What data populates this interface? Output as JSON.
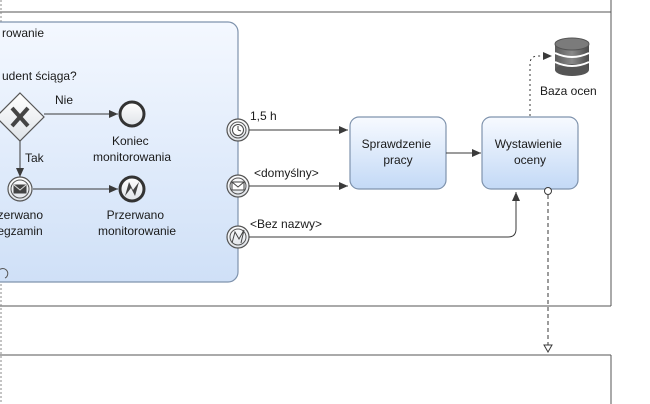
{
  "subprocess": {
    "title": "rowanie",
    "question": "udent ściąga?"
  },
  "gateway": {
    "label_no": "Nie",
    "label_yes": "Tak"
  },
  "events": {
    "end_monitoring": [
      "Koniec",
      "monitorowania"
    ],
    "exam_interrupted": [
      "rzerwano",
      "egzamin"
    ],
    "monitoring_interrupted": [
      "Przerwano",
      "monitorowanie"
    ]
  },
  "boundary": {
    "timer_label": "1,5 h",
    "message_label": "<domyślny>",
    "signal_label": "<Bez nazwy>"
  },
  "tasks": {
    "check_work": [
      "Sprawdzenie",
      "pracy"
    ],
    "grade": [
      "Wystawienie",
      "oceny"
    ]
  },
  "datastore": {
    "label": "Baza ocen"
  },
  "colors": {
    "line": "#3a3a3a",
    "task_fill_top": "#f7faff",
    "task_fill_bottom": "#c6dcf7",
    "task_stroke": "#7f93ad",
    "pool_stroke": "#555555"
  }
}
